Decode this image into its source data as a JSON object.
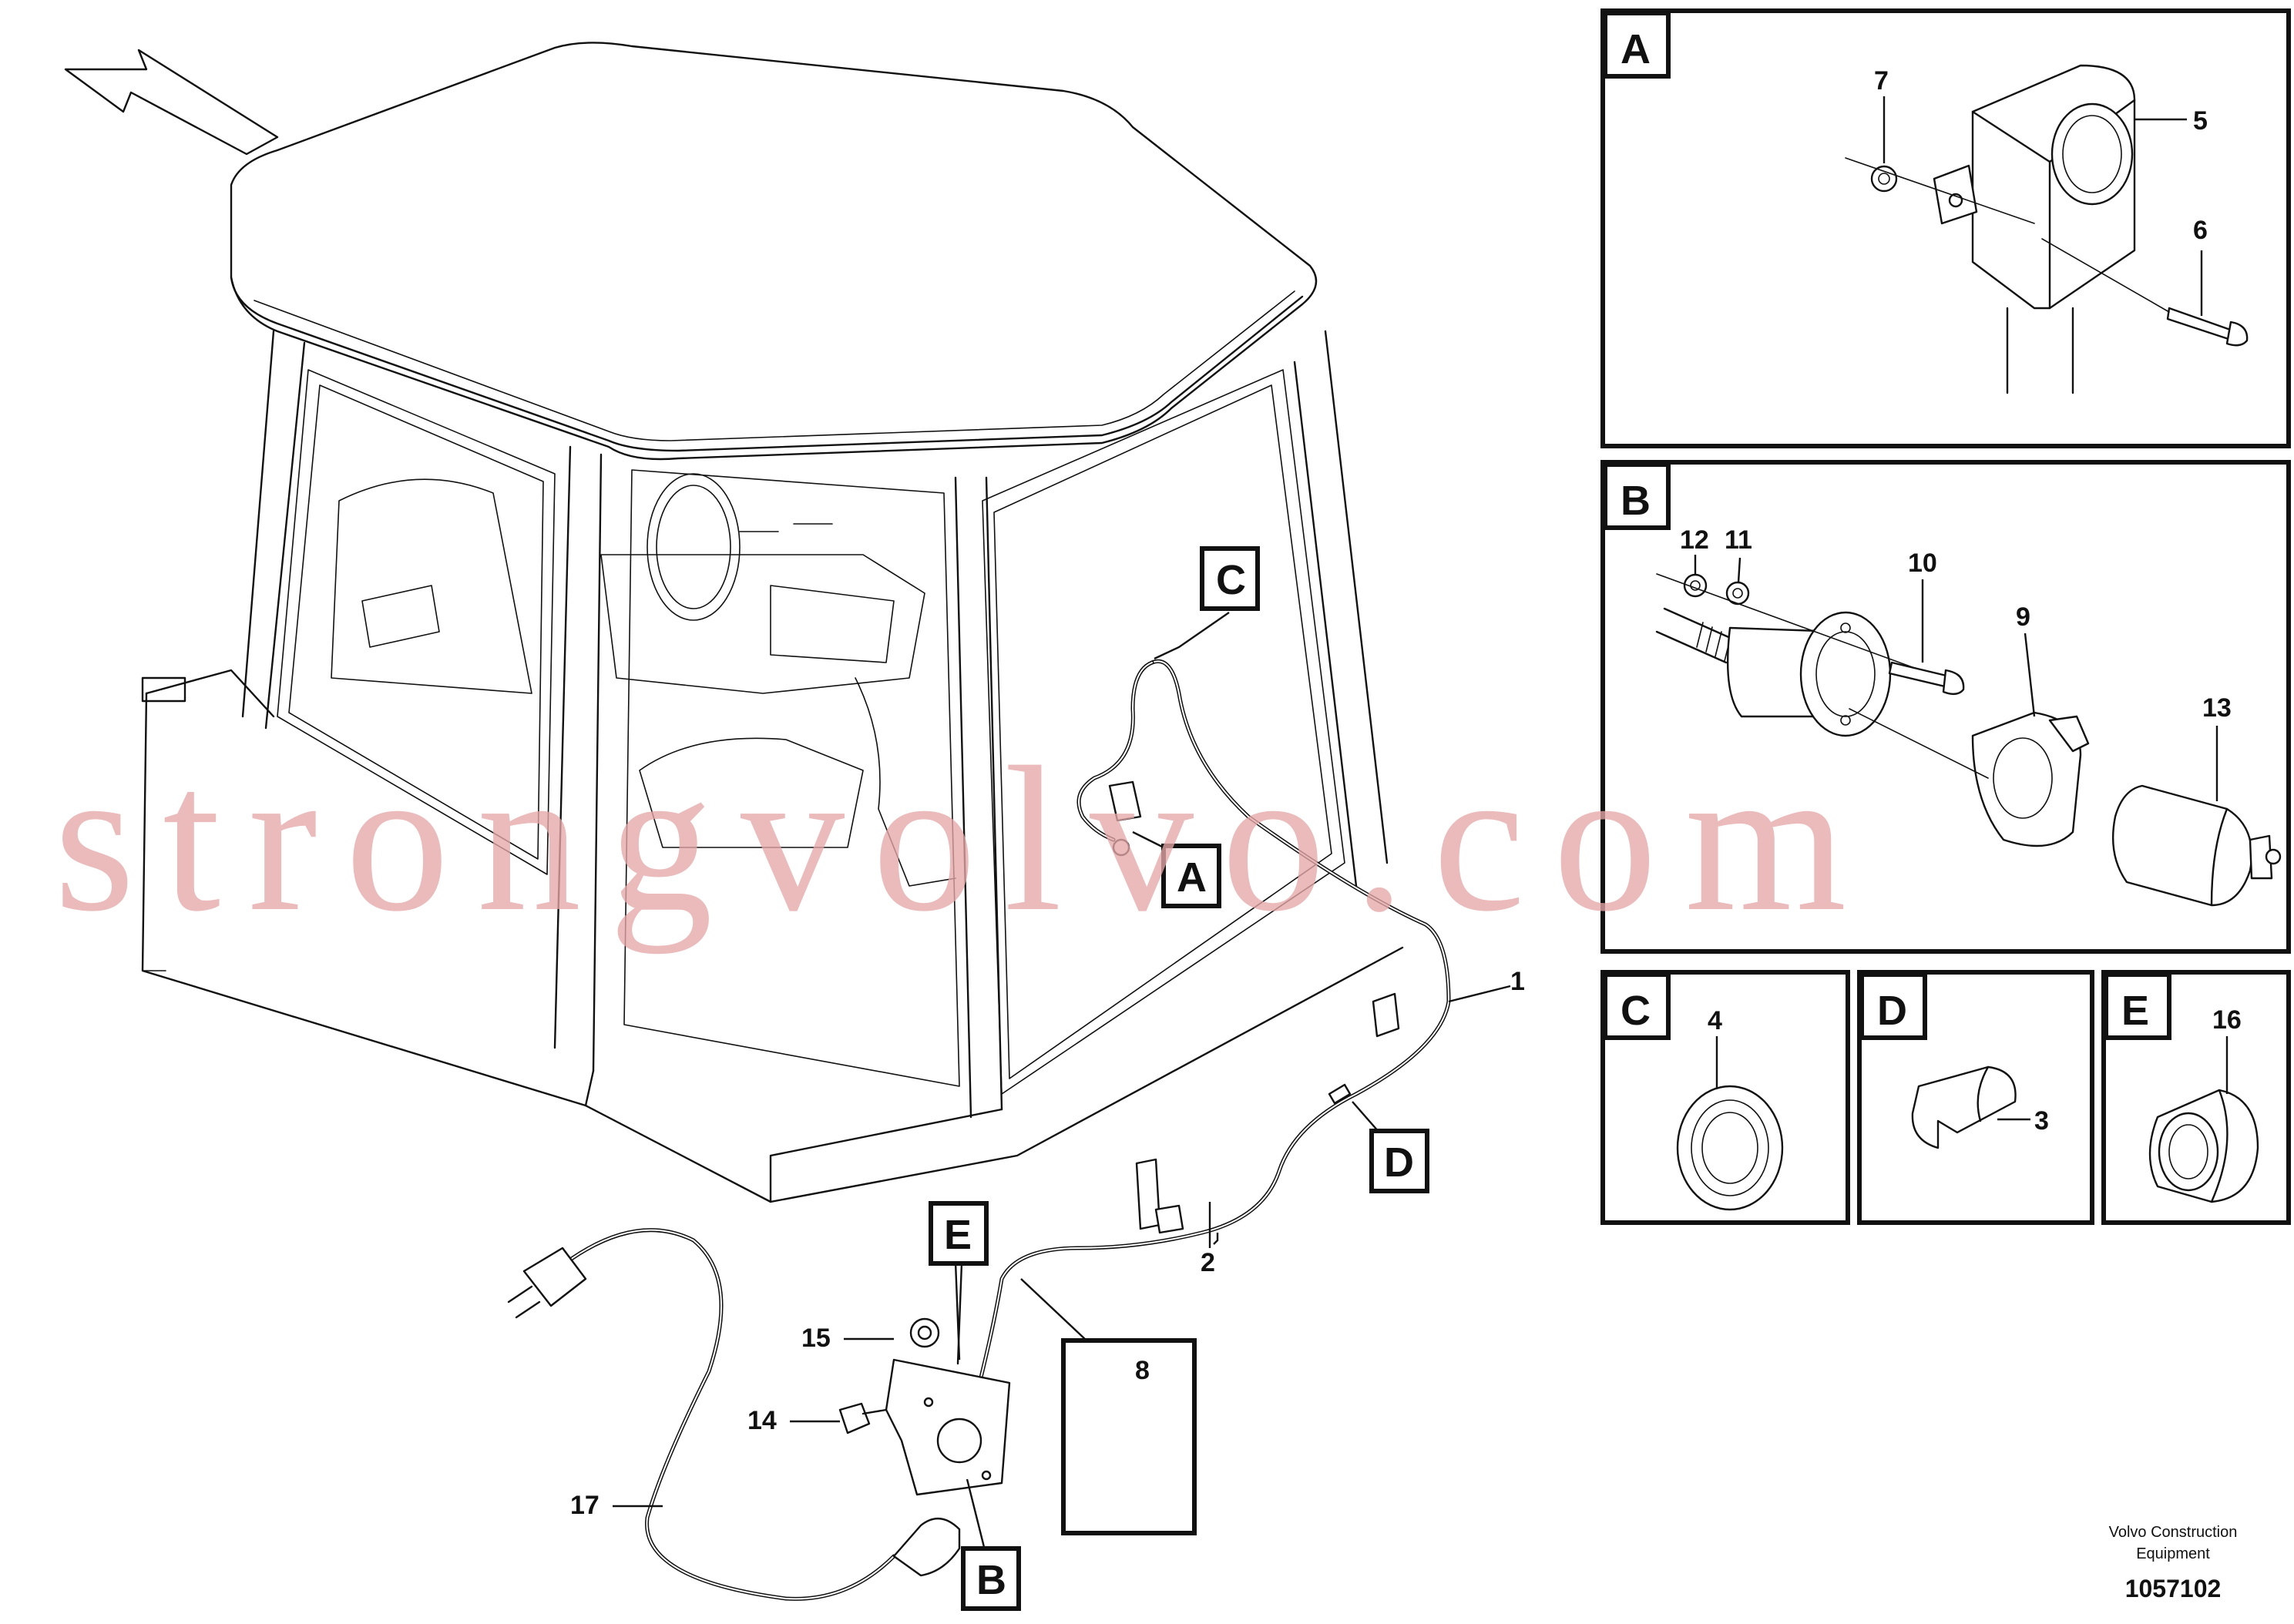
{
  "watermark": "strongvolvo.com",
  "footer": {
    "manufacturer_line1": "Volvo Construction",
    "manufacturer_line2": "Equipment",
    "drawing_number": "1057102"
  },
  "details": {
    "A": {
      "letter": "A",
      "callouts": [
        "7",
        "5",
        "6"
      ]
    },
    "B": {
      "letter": "B",
      "callouts": [
        "12",
        "11",
        "10",
        "9",
        "13"
      ]
    },
    "C": {
      "letter": "C",
      "callouts": [
        "4"
      ]
    },
    "D": {
      "letter": "D",
      "callouts": [
        "3"
      ]
    },
    "E": {
      "letter": "E",
      "callouts": [
        "16"
      ]
    }
  },
  "main_callouts": {
    "c1": "1",
    "c2": "2",
    "c8": "8",
    "c14": "14",
    "c15": "15",
    "c17": "17"
  },
  "main_tags": {
    "A": "A",
    "B": "B",
    "C": "C",
    "D": "D",
    "E": "E"
  }
}
